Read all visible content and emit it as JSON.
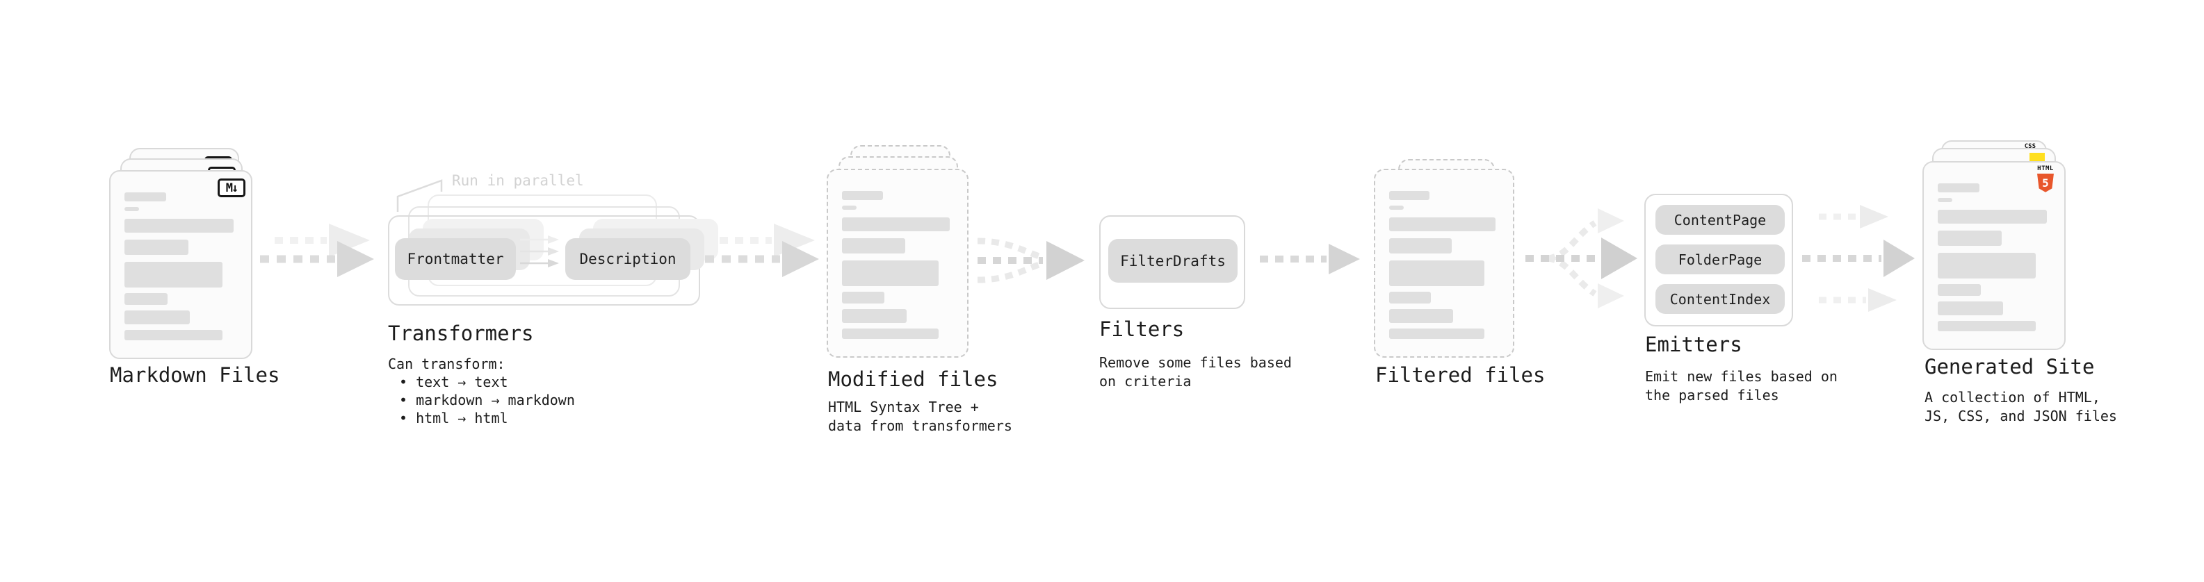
{
  "labels": {
    "markdown": "Markdown Files",
    "transformers": "Transformers",
    "modified": "Modified files",
    "filters": "Filters",
    "filtered": "Filtered files",
    "emitters": "Emitters",
    "generated": "Generated Site"
  },
  "subtext": {
    "transformers": [
      "Can transform:",
      "• text → text",
      "• markdown → markdown",
      "• html → html"
    ],
    "modified": [
      "HTML Syntax Tree +",
      "data from transformers"
    ],
    "filters": [
      "Remove some files based",
      "on criteria"
    ],
    "emitters": [
      "Emit new files based on",
      "the parsed files"
    ],
    "generated": [
      "A collection of HTML,",
      "JS, CSS, and JSON files"
    ]
  },
  "pills": {
    "transformers": [
      "Frontmatter",
      "Description"
    ],
    "filters": [
      "FilterDrafts"
    ],
    "emitters": [
      "ContentPage",
      "FolderPage",
      "ContentIndex"
    ]
  },
  "annotations": {
    "run_in_parallel": "Run in parallel"
  },
  "icons": {
    "markdown": "M↓",
    "html": "HTML",
    "html_number": "5",
    "css": "CSS"
  },
  "colors": {
    "background": "#ffffff",
    "text": "#1c1c1c",
    "muted_annotation": "#d2d2d2",
    "card_border": "#d9d9d9",
    "bar_fill": "#dfdfdf",
    "pill_fill": "#dcdcdc",
    "arrow": "#d6d6d6",
    "html5_orange": "#e8562b",
    "js_yellow": "#ffdf1e",
    "css_blue": "#3b6fe0"
  }
}
